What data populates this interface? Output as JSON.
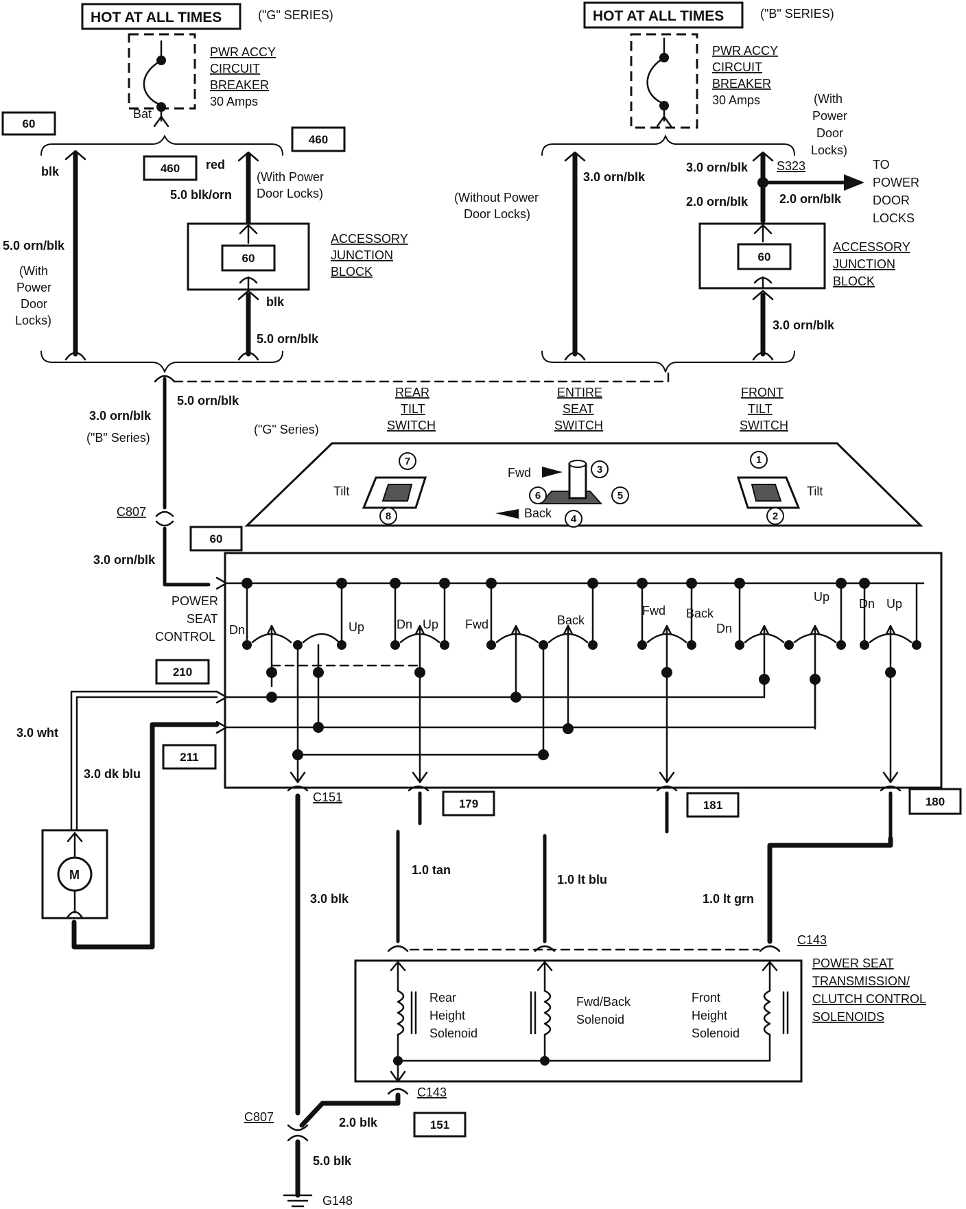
{
  "left_source": {
    "hot_label": "HOT AT ALL TIMES",
    "series": "(\"G\" SERIES)",
    "breaker_lines": [
      "PWR ACCY",
      "CIRCUIT",
      "BREAKER",
      "30 Amps"
    ],
    "bat": "Bat"
  },
  "right_source": {
    "hot_label": "HOT AT ALL TIMES",
    "series": "(\"B\" SERIES)",
    "breaker_lines": [
      "PWR ACCY",
      "CIRCUIT",
      "BREAKER",
      "30 Amps"
    ],
    "with_power_note": [
      "(With",
      "Power",
      "Door",
      "Locks)"
    ],
    "to_power": [
      "TO",
      "POWER",
      "DOOR",
      "LOCKS"
    ],
    "splice": "S323"
  },
  "circuit_boxes": {
    "c60_left": "60",
    "c460_top": "460",
    "c460_mid": "460",
    "ajb_left": "60",
    "ajb_right": "60",
    "c60_psc": "60",
    "c210": "210",
    "c211": "211",
    "c179": "179",
    "c181": "181",
    "c180": "180",
    "c151": "151"
  },
  "wires": {
    "blk": "blk",
    "red": "red",
    "blk_orn": "5.0 blk/orn",
    "orn_blk_5_left": "5.0 orn/blk",
    "with_power_left": [
      "(With",
      "Power",
      "Door",
      "Locks)"
    ],
    "with_power_mid": [
      "(With Power",
      "Door Locks)"
    ],
    "blk_under_ajb": "blk",
    "orn_blk_5_mid": "5.0 orn/blk",
    "without_power": [
      "(Without Power",
      "Door Locks)"
    ],
    "orn_blk_3_right": "3.0 orn/blk",
    "orn_blk_3_s323": "3.0 orn/blk",
    "orn_blk_2_right": "2.0 orn/blk",
    "orn_blk_2_to": "2.0 orn/blk",
    "orn_blk_3_ajbr": "3.0 orn/blk",
    "orn_blk_3_b": "3.0 orn/blk",
    "b_series": "(\"B\" Series)",
    "orn_blk_5_g": "5.0 orn/blk",
    "g_series": "(\"G\" Series)",
    "orn_blk_3_c807": "3.0 orn/blk",
    "wht": "3.0 wht",
    "dk_blu": "3.0 dk blu",
    "tan": "1.0 tan",
    "lt_blu": "1.0 lt blu",
    "lt_grn": "1.0 lt grn",
    "blk_3": "3.0 blk",
    "blk_2": "2.0 blk",
    "blk_5": "5.0 blk"
  },
  "connectors": {
    "c807_top": "C807",
    "c151": "C151",
    "c143_top": "C143",
    "c143_bottom": "C143",
    "c807_bottom": "C807",
    "g148": "G148"
  },
  "blocks": {
    "ajb_label": [
      "ACCESSORY",
      "JUNCTION",
      "BLOCK"
    ],
    "psc_label": [
      "POWER",
      "SEAT",
      "CONTROL"
    ],
    "solenoid_block": [
      "POWER SEAT",
      "TRANSMISSION/",
      "CLUTCH CONTROL",
      "SOLENOIDS"
    ]
  },
  "switches": {
    "rear": [
      "REAR",
      "TILT",
      "SWITCH"
    ],
    "entire": [
      "ENTIRE",
      "SEAT",
      "SWITCH"
    ],
    "front": [
      "FRONT",
      "TILT",
      "SWITCH"
    ],
    "tilt_left": "Tilt",
    "tilt_right": "Tilt",
    "fwd": "Fwd",
    "back": "Back",
    "pins": [
      "1",
      "2",
      "3",
      "4",
      "5",
      "6",
      "7",
      "8"
    ]
  },
  "psc_contacts": {
    "dn1": "Dn",
    "up1": "Up",
    "dn2": "Dn",
    "up2": "Up",
    "fwd1": "Fwd",
    "back1": "Back",
    "fwd2": "Fwd",
    "back2": "Back",
    "dn3": "Dn",
    "up3": "Up",
    "dn4": "Dn",
    "up4": "Up"
  },
  "solenoids": {
    "rear": [
      "Rear",
      "Height",
      "Solenoid"
    ],
    "fwdback": [
      "Fwd/Back",
      "Solenoid"
    ],
    "front": [
      "Front",
      "Height",
      "Solenoid"
    ]
  },
  "motor": "M"
}
